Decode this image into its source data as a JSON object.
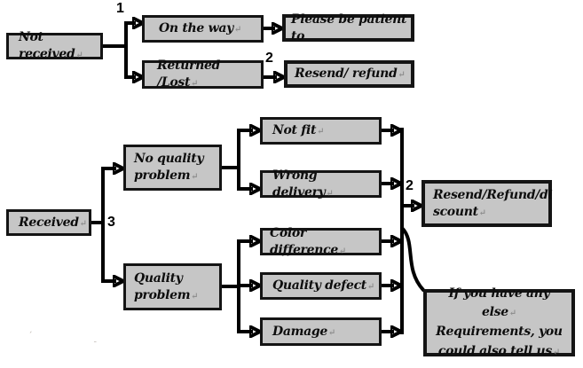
{
  "diagram": {
    "background": "#ffffff",
    "box_fill": "#c6c6c6",
    "box_border": "#141414",
    "line_color": "#000000",
    "nodes": {
      "not_received": {
        "label": "Not received↵"
      },
      "on_the_way": {
        "label": "On the way↵"
      },
      "please_be_patient": {
        "label": "Please be patient to"
      },
      "returned_lost": {
        "label": "Returned /Lost↵"
      },
      "resend_refund": {
        "label": "Resend/ refund↵"
      },
      "received": {
        "label": "Received↵"
      },
      "no_quality_problem": {
        "lines": [
          "No quality",
          "problem↵"
        ]
      },
      "not_fit": {
        "label": "Not fit↵"
      },
      "wrong_delivery": {
        "label": "Wrong delivery↵"
      },
      "quality_problem": {
        "lines": [
          "Quality",
          "problem↵"
        ]
      },
      "color_difference": {
        "label": "Color difference↵"
      },
      "quality_defect": {
        "label": "Quality defect↵"
      },
      "damage": {
        "label": "Damage↵"
      },
      "resend_refund_discount": {
        "lines": [
          "Resend/Refund/di",
          "scount↵"
        ]
      },
      "any_else_requirements": {
        "lines": [
          "If you have any else↵",
          "Requirements, you",
          "could also tell us↵"
        ]
      }
    },
    "connector_labels": {
      "not_received_branch": "1",
      "returned_lost_outcome": "2",
      "received_branch": "3",
      "resend_discount_outcome": "2"
    },
    "artifacts": {
      "mark1": "ˊ",
      "mark2": "ˍ"
    }
  }
}
